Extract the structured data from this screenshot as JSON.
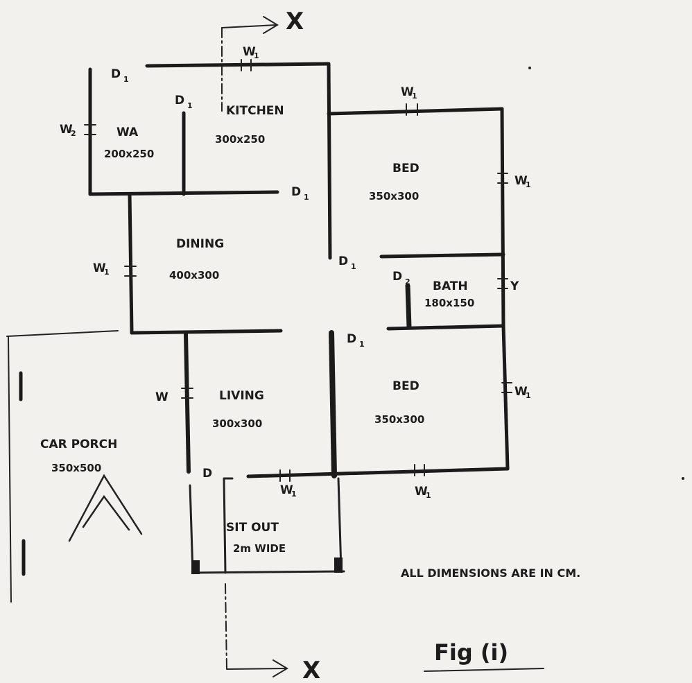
{
  "rooms": {
    "kitchen": {
      "name": "KITCHEN",
      "size": "300x250"
    },
    "wa": {
      "name": "WA",
      "size": "200x250"
    },
    "dining": {
      "name": "DINING",
      "size": "400x300"
    },
    "bed_top": {
      "name": "BED",
      "size": "350x300"
    },
    "bath": {
      "name": "BATH",
      "size": "180x150"
    },
    "bed_bottom": {
      "name": "BED",
      "size": "350x300"
    },
    "living": {
      "name": "LIVING",
      "size": "300x300"
    },
    "car_porch": {
      "name": "CAR PORCH",
      "size": "350x500"
    },
    "sit_out": {
      "name": "SIT OUT",
      "size": "2m WIDE"
    }
  },
  "labels": {
    "section_letter": "X",
    "section_y": "Y",
    "door_d": "D",
    "window_w": "W",
    "sub_1": "1",
    "sub_2": "2"
  },
  "note": "ALL DIMENSIONS ARE IN CM.",
  "figure_caption": "Fig (i)"
}
